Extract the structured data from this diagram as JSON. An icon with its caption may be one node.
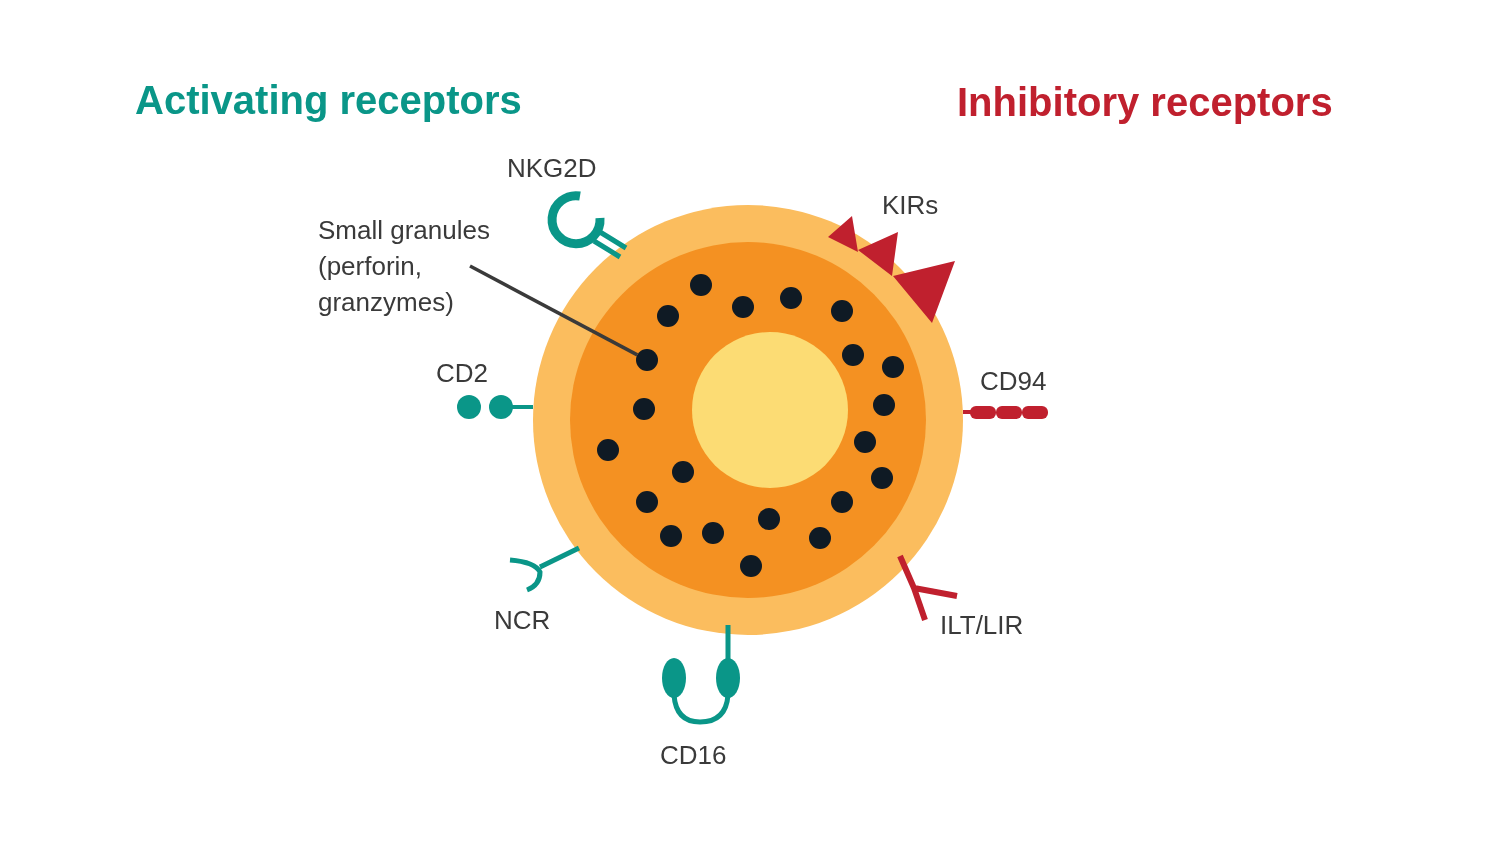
{
  "diagram": {
    "nodes": [
      {
        "text": [
          "Small granules (perforin, granzymes)"
        ]
      },
      {
        "text": [],
        "shape": "circle"
      }
    ],
    "edges": [
      {
        "from": 0,
        "to": 1,
        "arrow": "none"
      }
    ],
    "labels": [
      "Activating receptors",
      "Inhibitory receptors",
      "NKG2D",
      "KIRs",
      "CD2",
      "CD94",
      "NCR",
      "ILT/LIR",
      "CD16"
    ]
  }
}
